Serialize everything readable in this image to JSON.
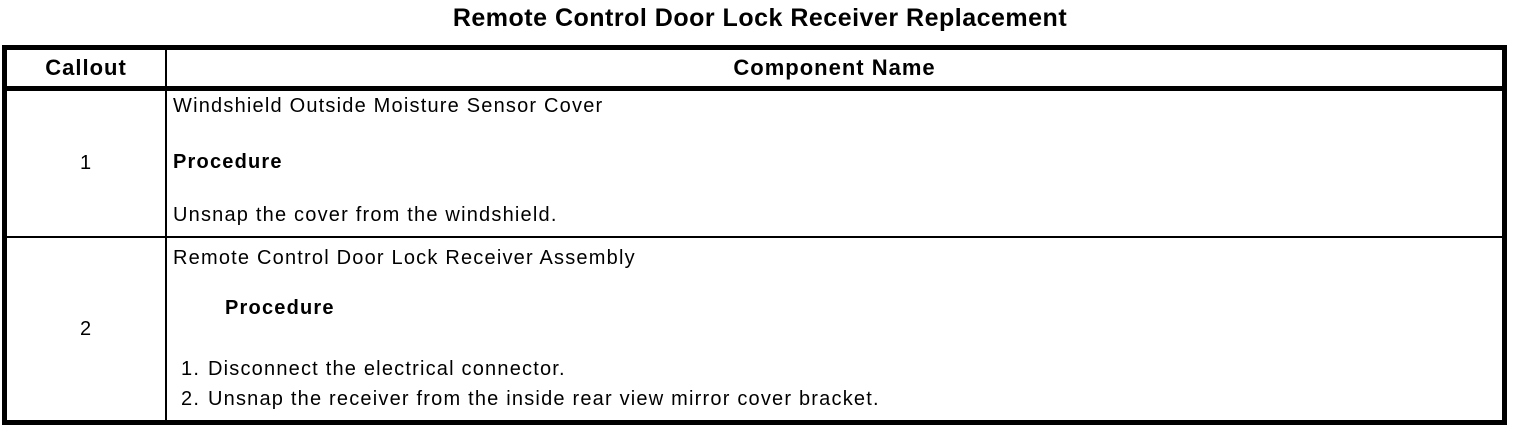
{
  "page": {
    "background": "#ffffff",
    "text_color": "#000000",
    "border_color": "#000000"
  },
  "title": "Remote Control Door Lock Receiver Replacement",
  "table": {
    "headers": {
      "callout": "Callout",
      "component": "Component Name"
    },
    "rows": [
      {
        "callout": "1",
        "component_name": "Windshield Outside Moisture Sensor Cover",
        "procedure_label": "Procedure",
        "procedure_text": "Unsnap the cover from the windshield."
      },
      {
        "callout": "2",
        "component_name": "Remote Control Door Lock Receiver Assembly",
        "procedure_label": "Procedure",
        "steps": [
          {
            "num": "1.",
            "text": "Disconnect the electrical connector."
          },
          {
            "num": "2.",
            "text": "Unsnap the receiver from the inside rear view mirror cover bracket."
          }
        ]
      }
    ]
  }
}
